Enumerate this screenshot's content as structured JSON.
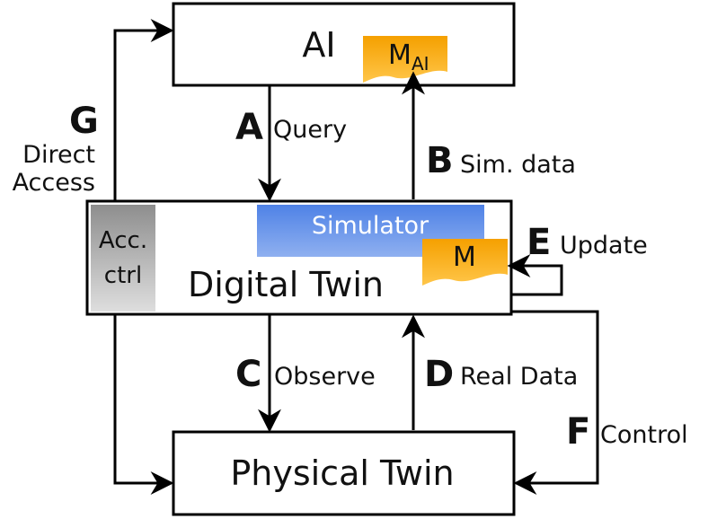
{
  "nodes": {
    "ai": "AI",
    "digital_twin": "Digital Twin",
    "physical_twin": "Physical Twin",
    "simulator": "Simulator",
    "access_control": [
      "Acc.",
      "ctrl"
    ],
    "model_ai": {
      "main": "M",
      "subscript": "AI"
    },
    "model": "M"
  },
  "edges": [
    {
      "letter": "A",
      "label": "Query"
    },
    {
      "letter": "B",
      "label": "Sim. data"
    },
    {
      "letter": "C",
      "label": "Observe"
    },
    {
      "letter": "D",
      "label": "Real Data"
    },
    {
      "letter": "E",
      "label": "Update"
    },
    {
      "letter": "F",
      "label": "Control"
    },
    {
      "letter": "G",
      "label": [
        "Direct",
        "Access"
      ]
    }
  ],
  "colors": {
    "model_fill": "#f5a800",
    "simulator_fill": "#5b8ee8",
    "access_control_fill": "#a9a9a9",
    "stroke": "#000000"
  }
}
